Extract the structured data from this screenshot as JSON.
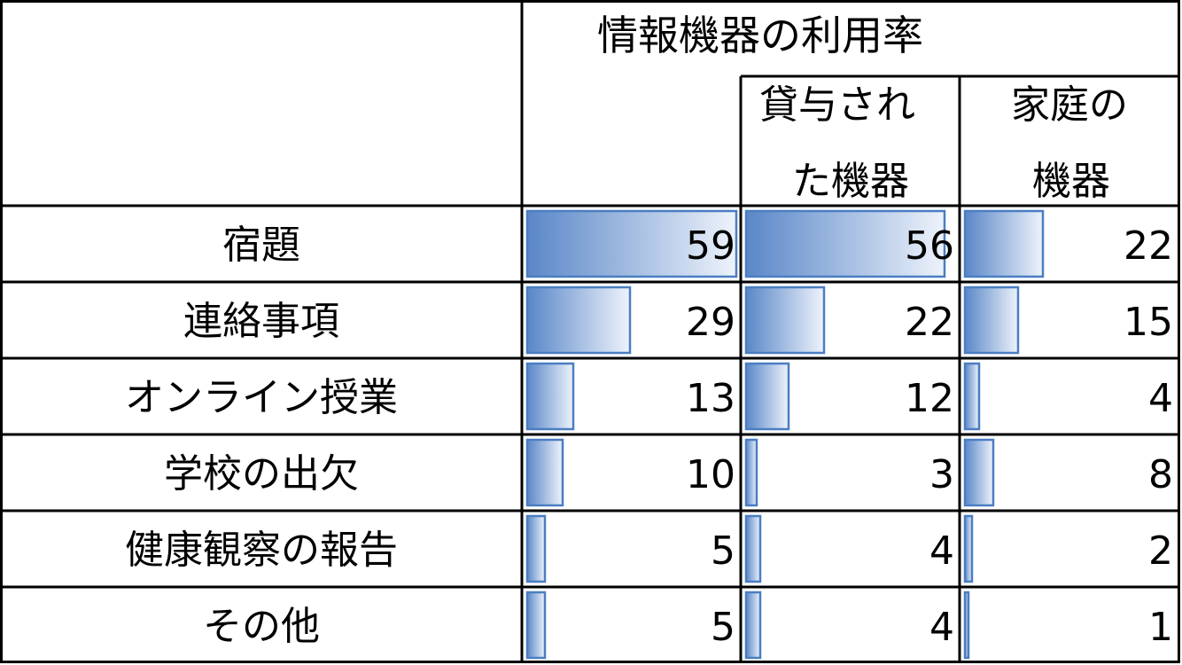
{
  "chart_data": {
    "type": "table",
    "title": "情報機器の利用率",
    "column_headers": [
      {
        "line1": "貸与され",
        "line2": "た機器"
      },
      {
        "line1": "家庭の",
        "line2": "機器"
      }
    ],
    "categories": [
      "宿題",
      "連絡事項",
      "オンライン授業",
      "学校の出欠",
      "健康観察の報告",
      "その他"
    ],
    "series": [
      {
        "values": [
          59,
          29,
          13,
          10,
          5,
          5
        ]
      },
      {
        "values": [
          56,
          22,
          12,
          3,
          4,
          4
        ]
      },
      {
        "values": [
          22,
          15,
          4,
          8,
          2,
          1
        ]
      }
    ],
    "bar_max": 59,
    "colors": {
      "bar_start": "#5a87c8",
      "bar_end": "#eef3fb",
      "bar_border": "#4a7ec2",
      "grid": "#000000"
    }
  }
}
